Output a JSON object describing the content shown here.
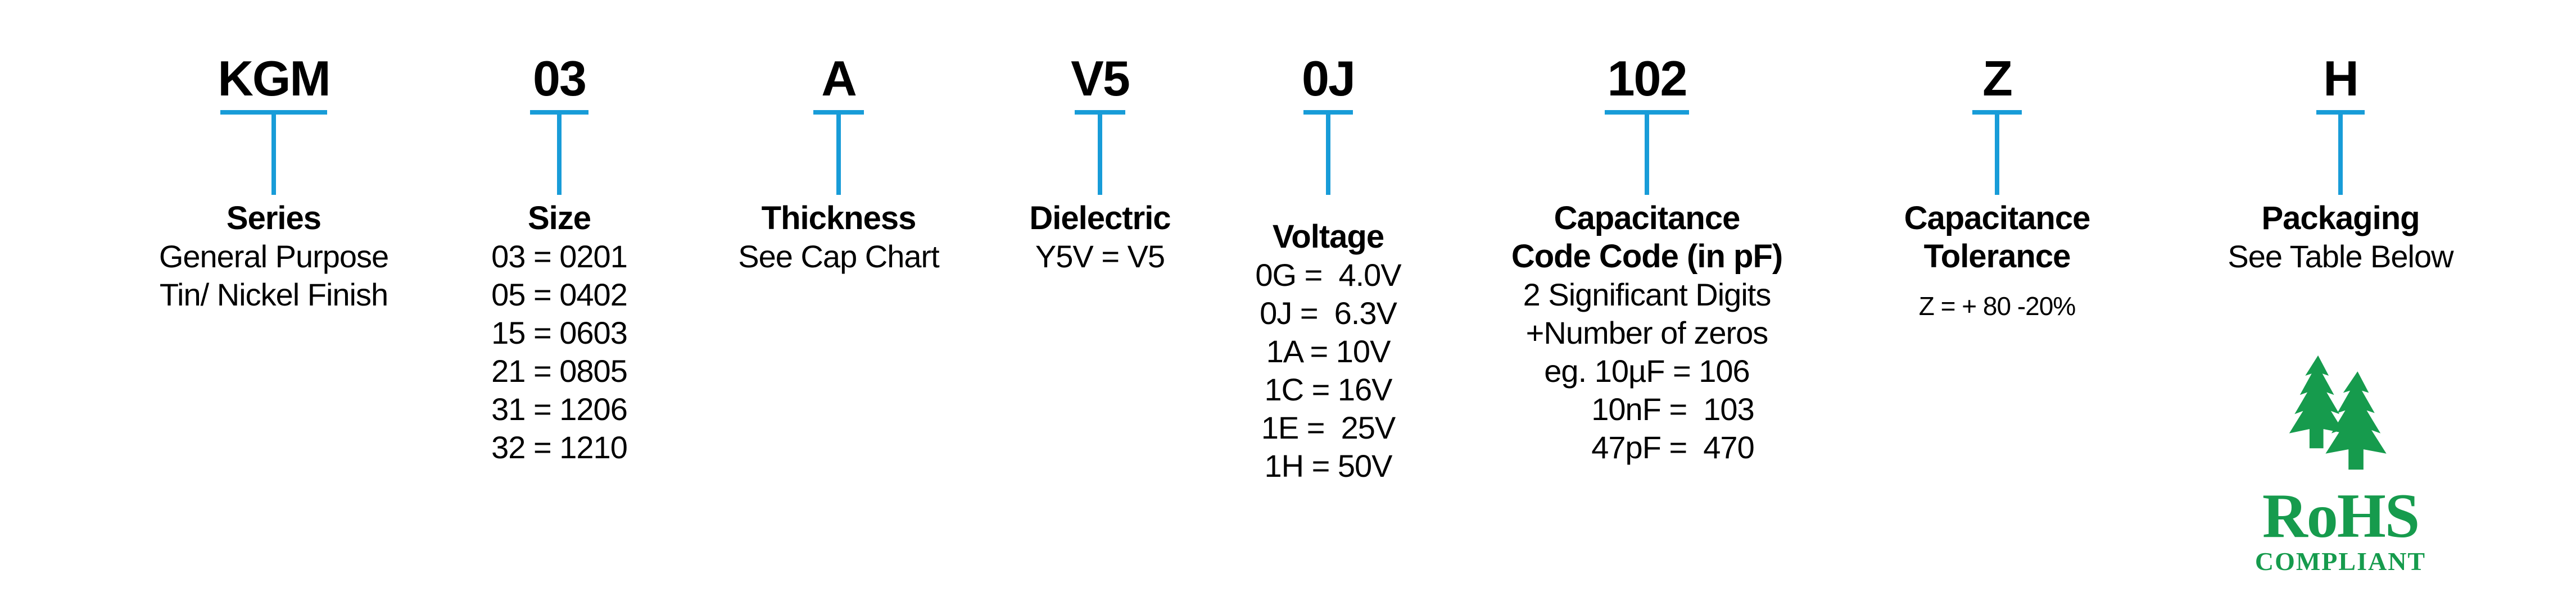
{
  "colors": {
    "accent_blue": "#189CD8",
    "logo_green": "#169B4D",
    "text_black": "#000000",
    "background": "#FFFFFF"
  },
  "part_number": {
    "segments": [
      {
        "code": "KGM",
        "heading_lines": [
          "Series"
        ],
        "lines": [
          "General Purpose",
          "Tin/ Nickel Finish"
        ]
      },
      {
        "code": "03",
        "heading_lines": [
          "Size"
        ],
        "lines": [
          "03 = 0201",
          "05 = 0402",
          "15 = 0603",
          "21 = 0805",
          "31 = 1206",
          "32 = 1210"
        ]
      },
      {
        "code": "A",
        "heading_lines": [
          "Thickness"
        ],
        "lines": [
          "See Cap Chart"
        ]
      },
      {
        "code": "V5",
        "heading_lines": [
          "Dielectric"
        ],
        "lines": [
          "Y5V = V5"
        ]
      },
      {
        "code": "0J",
        "heading_lines": [
          "Voltage"
        ],
        "lines": [
          "0G =  4.0V",
          "0J =  6.3V",
          "1A = 10V",
          "1C = 16V",
          "1E =  25V",
          "1H = 50V"
        ]
      },
      {
        "code": "102",
        "heading_lines": [
          "Capacitance",
          "Code Code (in pF)"
        ],
        "lines": [
          "2 Significant Digits",
          "+Number of zeros",
          "eg. 10µF = 106",
          "10nF =  103",
          "47pF =  470"
        ]
      },
      {
        "code": "Z",
        "heading_lines": [
          "Capacitance",
          "Tolerance"
        ],
        "lines": [
          "Z = + 80 -20%"
        ]
      },
      {
        "code": "H",
        "heading_lines": [
          "Packaging"
        ],
        "lines": [
          "See Table Below"
        ]
      }
    ]
  },
  "rohs": {
    "title": "RoHS",
    "subtitle": "COMPLIANT",
    "icon": "pine-trees-icon"
  }
}
